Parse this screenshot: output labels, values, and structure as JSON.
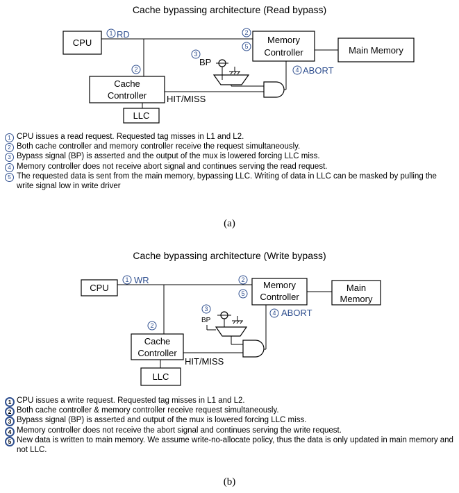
{
  "panel_a": {
    "title": "Cache bypassing architecture (Read bypass)",
    "labels": {
      "cpu": "CPU",
      "memory_controller_line1": "Memory",
      "memory_controller_line2": "Controller",
      "main_memory": "Main Memory",
      "cache_controller_line1": "Cache",
      "cache_controller_line2": "Controller",
      "llc": "LLC",
      "rd": "RD",
      "bp": "BP",
      "abort": "ABORT",
      "hit_miss": "HIT/MISS"
    },
    "steps": [
      {
        "num": "1",
        "text": "CPU issues a read request. Requested tag misses in L1 and L2."
      },
      {
        "num": "2",
        "text": "Both cache controller and memory controller receive the request simultaneously."
      },
      {
        "num": "3",
        "text": "Bypass signal (BP) is asserted and the output of the mux is lowered forcing LLC miss."
      },
      {
        "num": "4",
        "text": "Memory controller does not receive abort signal and continues serving the read request."
      },
      {
        "num": "5",
        "text": "The requested data is sent from the main memory, bypassing LLC. Writing of data in LLC can be masked by pulling the write signal low in write driver"
      }
    ],
    "caption": "(a)"
  },
  "panel_b": {
    "title": "Cache bypassing architecture (Write bypass)",
    "labels": {
      "cpu": "CPU",
      "memory_controller_line1": "Memory",
      "memory_controller_line2": "Controller",
      "main_memory_line1": "Main",
      "main_memory_line2": "Memory",
      "cache_controller_line1": "Cache",
      "cache_controller_line2": "Controller",
      "llc": "LLC",
      "wr": "WR",
      "bp": "BP",
      "abort": "ABORT",
      "hit_miss": "HIT/MISS"
    },
    "steps": [
      {
        "num": "1",
        "text": "CPU issues a write request. Requested tag misses in L1 and L2."
      },
      {
        "num": "2",
        "text": "Both cache controller & memory controller receive request simultaneously."
      },
      {
        "num": "3",
        "text": "Bypass signal (BP) is asserted and output of the mux is lowered forcing LLC miss."
      },
      {
        "num": "4",
        "text": "Memory controller does not receive the abort signal and continues serving the write request."
      },
      {
        "num": "5",
        "text": "New data is written to main memory. We assume write-no-allocate policy, thus the data is only updated in main memory and not LLC."
      }
    ],
    "caption": "(b)"
  },
  "colors": {
    "marker": "#2f4f8f",
    "stroke": "#000000"
  }
}
